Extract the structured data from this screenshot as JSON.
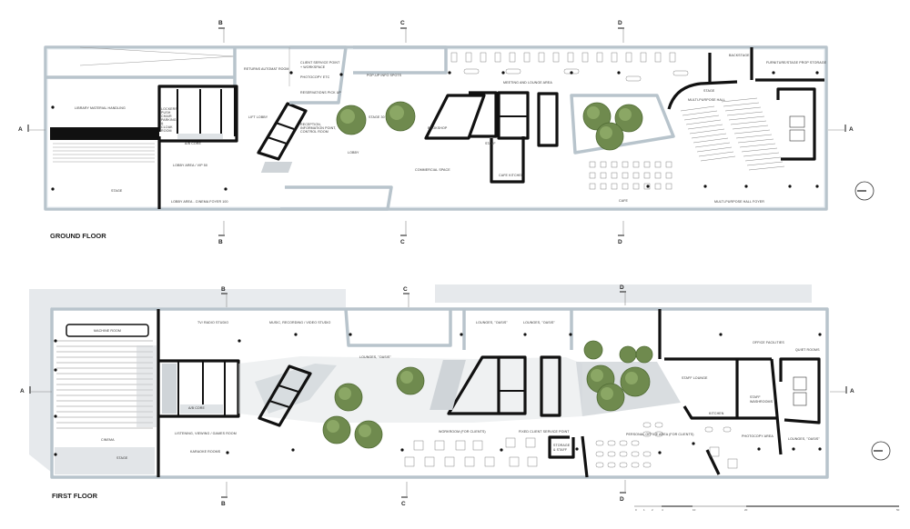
{
  "drawing": {
    "ground_floor": {
      "title": "GROUND FLOOR",
      "rooms": {
        "library_material_handling": "LIBRARY MATERIAL HANDLING",
        "returns_automat_room": "RETURNS AUTOMAT ROOM",
        "client_service_point_1": "CLIENT SERVICE POINT",
        "client_service_point_2": "+ WORKSPACE",
        "photocopy": "PHOTOCOPY ETC",
        "reservations": "RESERVATIONS PICK UP",
        "popup_info": "POP-UP INFO SPOTS",
        "meeting_lounge": "MEETING AND LOUNGE AREA",
        "backstage": "BACKSTAGE",
        "furniture_storage": "FURNITURE/STAGE PROP STORAGE",
        "stage_hall": "STAGE",
        "multipurpose_hall": "MULTI-PURPOSE HALL",
        "lockers_1": "LOCKERS,",
        "lockers_2": "PUSH",
        "lockers_3": "CHAIR",
        "lockers_4": "PARKING",
        "lockers_5": "&",
        "lockers_6": "CLOAK",
        "lockers_7": "ROOM",
        "ab_core": "A/B CORE",
        "lift_lobby": "LIFT LOBBY",
        "reception_1": "RECEPTION,",
        "reception_2": "INFORMATION POINT,",
        "reception_3": "CONTROL ROOM",
        "stage_30": "STAGE 30",
        "bookshop": "BOOKSHOP",
        "staff": "STAFF",
        "lobby": "LOBBY",
        "lobby_vip": "LOBBY AREA / VIP 50",
        "stage": "STAGE",
        "cinema_foyer": "LOBBY AREA - CINEMA FOYER 100",
        "commercial": "COMMERCIAL SPACE",
        "cafe_kitchen": "CAFE KITCHEN",
        "cafe": "CAFE",
        "hall_foyer": "MULTI-PURPOSE HALL FOYER"
      }
    },
    "first_floor": {
      "title": "FIRST FLOOR",
      "rooms": {
        "machine_room": "MACHINE ROOM",
        "cinema": "CINEMA",
        "stage": "STAGE",
        "tv_radio": "TV/ RADIO STUDIO",
        "music_studio": "MUSIC, RECORDING / VIDEO STUDIO",
        "ab_core": "A/B CORE",
        "listening": "LISTENING, VIEWING / GAMES ROOM",
        "karaoke": "KARAOKE ROOMS",
        "lounges_oasis_mid": "LOUNGES, \"OASIS\"",
        "lounges_oasis_1": "LOUNGES, \"OASIS\"",
        "lounges_oasis_2": "LOUNGES, \"OASIS\"",
        "workroom": "WORKROOM (FOR CLIENTS)",
        "fixed_client": "FIXED CLIENT SERVICE POINT",
        "storage_1": "STORAGE",
        "storage_2": "& STAFF",
        "personal_office": "PERSONAL OFFICE AREA (FOR CLIENTS)",
        "office_facilities": "OFFICE FACILITIES",
        "quiet_rooms": "QUIET ROOMS",
        "staff_lounge": "STAFF LOUNGE",
        "staff_washrooms_1": "STAFF",
        "staff_washrooms_2": "WASHROOMS",
        "kitchen": "KITCHEN",
        "photocopy_area": "PHOTOCOPY AREA",
        "lounges_oasis_right": "LOUNGES, \"OASIS\""
      }
    },
    "section_markers": {
      "a": "A",
      "b": "B",
      "c": "C",
      "d": "D"
    },
    "scale_bar": {
      "ticks": [
        "0",
        "1",
        "2",
        "4",
        "10",
        "20",
        "50"
      ]
    },
    "colors": {
      "wall": "#111111",
      "shell": "#b8c4cc",
      "shade": "#cfd4d8",
      "tree": "#6f8a4e"
    }
  }
}
